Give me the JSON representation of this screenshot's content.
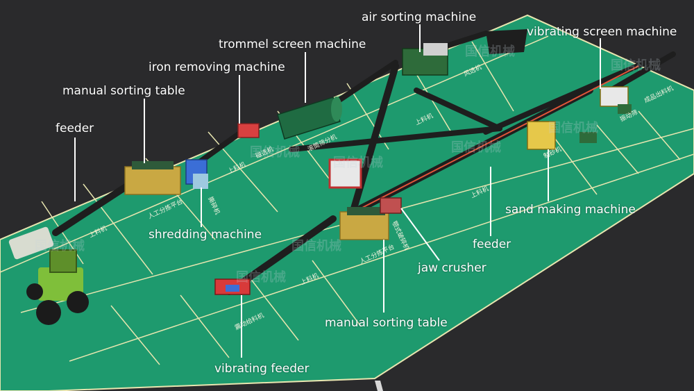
{
  "colors": {
    "background": "#2a2a2c",
    "floor": "#1e9a6e",
    "floor_line": "#e8e6b0",
    "belt": "#1e1e1e",
    "label_text": "#ffffff",
    "leader_line": "#ffffff"
  },
  "labels": {
    "air_sorting": "air sorting machine",
    "vibrating_screen": "vibrating screen machine",
    "trommel": "trommel screen machine",
    "iron_removing": "iron removing machine",
    "manual_sorting_top": "manual sorting table",
    "feeder_left": "feeder",
    "shredding": "shredding machine",
    "sand_making": "sand making machine",
    "feeder_right": "feeder",
    "jaw_crusher": "jaw crusher",
    "manual_sorting_bottom": "manual sorting table",
    "vibrating_feeder": "vibrating feeder"
  },
  "floor_zone_labels": {
    "feeder_1": "上料机",
    "feeder_2": "上料机",
    "feeder_3": "上料机",
    "feeder_4": "上料机",
    "feeder_5": "上料机",
    "manual_table_1": "人工分拣平台",
    "manual_table_2": "人工分拣平台",
    "shredder": "撕碎机",
    "magnet": "磁选机",
    "trommel": "滚筒筛分机",
    "crusher": "颚式破碎机",
    "vibro_feeder": "震动给料机",
    "sand_maker": "制砂机",
    "screen": "振动筛",
    "product": "成品出料机",
    "airsort": "风选机"
  },
  "watermark": "国信机械",
  "icons": {
    "loader": "wheel-loader-icon"
  }
}
